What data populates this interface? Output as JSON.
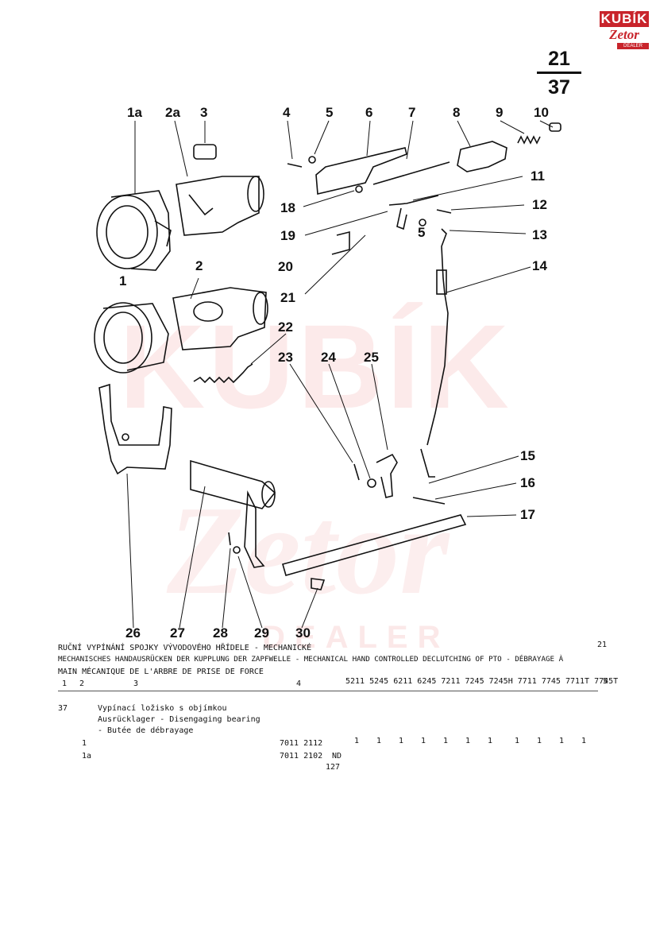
{
  "logo": {
    "top_text": "KUBÍK",
    "brand": "Zetor",
    "sub_text": "DEALER"
  },
  "page": {
    "numerator": "21",
    "denominator": "37"
  },
  "callouts": [
    {
      "id": "1a",
      "label": "1a"
    },
    {
      "id": "2a",
      "label": "2a"
    },
    {
      "id": "3",
      "label": "3"
    },
    {
      "id": "4",
      "label": "4"
    },
    {
      "id": "5a",
      "label": "5"
    },
    {
      "id": "6",
      "label": "6"
    },
    {
      "id": "7",
      "label": "7"
    },
    {
      "id": "8",
      "label": "8"
    },
    {
      "id": "9",
      "label": "9"
    },
    {
      "id": "10",
      "label": "10"
    },
    {
      "id": "11",
      "label": "11"
    },
    {
      "id": "12",
      "label": "12"
    },
    {
      "id": "13",
      "label": "13"
    },
    {
      "id": "14",
      "label": "14"
    },
    {
      "id": "18",
      "label": "18"
    },
    {
      "id": "19",
      "label": "19"
    },
    {
      "id": "5b",
      "label": "5"
    },
    {
      "id": "20",
      "label": "20"
    },
    {
      "id": "21",
      "label": "21"
    },
    {
      "id": "1",
      "label": "1"
    },
    {
      "id": "2",
      "label": "2"
    },
    {
      "id": "22",
      "label": "22"
    },
    {
      "id": "23",
      "label": "23"
    },
    {
      "id": "24",
      "label": "24"
    },
    {
      "id": "25",
      "label": "25"
    },
    {
      "id": "15",
      "label": "15"
    },
    {
      "id": "16",
      "label": "16"
    },
    {
      "id": "17",
      "label": "17"
    },
    {
      "id": "26",
      "label": "26"
    },
    {
      "id": "27",
      "label": "27"
    },
    {
      "id": "28",
      "label": "28"
    },
    {
      "id": "29",
      "label": "29"
    },
    {
      "id": "30",
      "label": "30"
    }
  ],
  "header": {
    "line1": "RUČNÍ VYPÍNÁNÍ SPOJKY VÝVODOVÉHO HŘÍDELE - MECHANICKÉ",
    "line1_right": "21",
    "line2": "MECHANISCHES HANDAUSRÜCKEN DER KUPPLUNG DER ZAPFWELLE - MECHANICAL HAND CONTROLLED DECLUTCHING OF PTO - DÉBRAYAGE À",
    "line3": "MAIN MÉCANIQUE DE L'ARBRE DE PRISE DE FORCE"
  },
  "columns": {
    "c1": "1",
    "c2": "2",
    "c3": "3",
    "c4": "4",
    "models": "5211 5245 6211 6245 7211 7245 7245H 7711 7745 7711T 7745T",
    "c5": "5"
  },
  "entry": {
    "position": "37",
    "name_cs": "Vypínací ložisko s objímkou",
    "name_de": "Ausrücklager - Disengaging bearing",
    "name_fr": "- Butée de débrayage",
    "rows": [
      {
        "item": "1",
        "part_no": "7011 2112",
        "qty": [
          "1",
          "1",
          "1",
          "1",
          "1",
          "1",
          "1",
          "1",
          "1",
          "1",
          "1"
        ]
      },
      {
        "item": "1a",
        "part_no": "7011 2102",
        "note": "ND"
      }
    ],
    "extra": "127"
  },
  "watermark": {
    "kubik": "KUBÍK",
    "zetor": "Zetor",
    "dealer": "DEALER"
  }
}
